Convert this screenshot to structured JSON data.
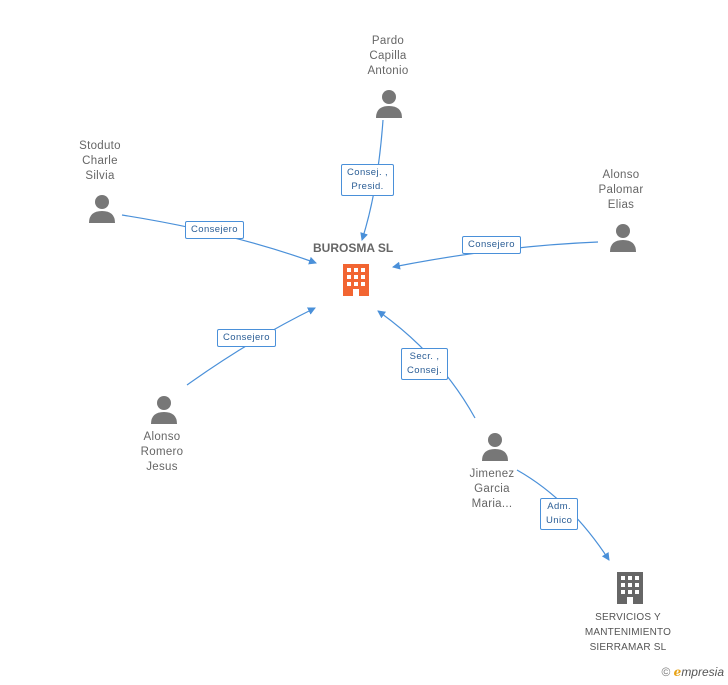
{
  "main_company": {
    "name": "BUROSMA SL",
    "icon": "building-icon",
    "color": "#f26532"
  },
  "people": [
    {
      "id": "pardo",
      "lines": [
        "Pardo",
        "Capilla",
        "Antonio"
      ],
      "icon": "person-icon"
    },
    {
      "id": "stoduto",
      "lines": [
        "Stoduto",
        "Charle",
        "Silvia"
      ],
      "icon": "person-icon"
    },
    {
      "id": "alonso-palomar",
      "lines": [
        "Alonso",
        "Palomar",
        "Elias"
      ],
      "icon": "person-icon"
    },
    {
      "id": "alonso-romero",
      "lines": [
        "Alonso",
        "Romero",
        "Jesus"
      ],
      "icon": "person-icon"
    },
    {
      "id": "jimenez",
      "lines": [
        "Jimenez",
        "Garcia",
        "Maria..."
      ],
      "icon": "person-icon"
    }
  ],
  "other_company": {
    "lines": [
      "SERVICIOS Y",
      "MANTENIMIENTO",
      "SIERRAMAR SL"
    ],
    "icon": "building-icon",
    "color": "#666666"
  },
  "relations": [
    {
      "from": "pardo",
      "lines": [
        "Consej. ,",
        "Presid."
      ]
    },
    {
      "from": "stoduto",
      "lines": [
        "Consejero"
      ]
    },
    {
      "from": "alonso-palomar",
      "lines": [
        "Consejero"
      ]
    },
    {
      "from": "alonso-romero",
      "lines": [
        "Consejero"
      ]
    },
    {
      "from": "jimenez",
      "lines": [
        "Secr. ,",
        "Consej."
      ]
    },
    {
      "from": "jimenez",
      "to": "other_company",
      "lines": [
        "Adm.",
        "Unico"
      ]
    }
  ],
  "brand": {
    "copyright": "©",
    "e": "e",
    "rest": "mpresia"
  },
  "colors": {
    "edge": "#4a90d9",
    "person": "#777777",
    "label_text": "#666666"
  }
}
